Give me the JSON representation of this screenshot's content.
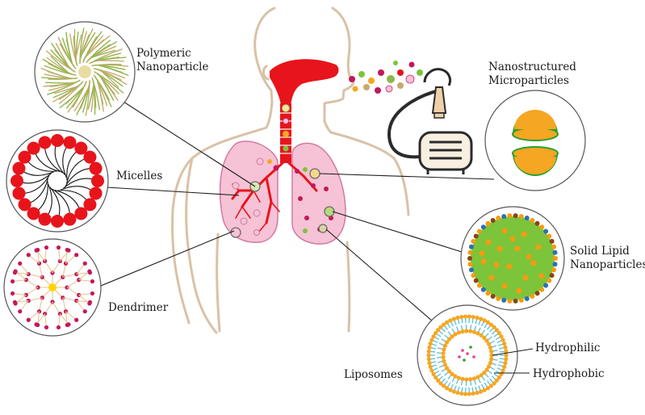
{
  "labels": {
    "polymeric": [
      "Polymeric",
      "Nanoparticle"
    ],
    "micelles": "Micelles",
    "dendrimer": "Dendrimer",
    "nanostructured": [
      "Nanostructured",
      "Microparticles"
    ],
    "solid_lipid": [
      "Solid Lipid",
      "Nanoparticles"
    ],
    "liposomes": "Liposomes",
    "hydrophilic": "Hydrophilic",
    "hydrophobic": "Hydrophobic"
  },
  "colors": {
    "body_outline": "#d9c2a6",
    "airway": "#e8141b",
    "lung_fill": "#f6c2d6",
    "lung_outline": "#d17aa0",
    "nebulizer": "#2b2b2b",
    "nebulizer_cup": "#f0d0a8",
    "micelle_head": "#e8141b",
    "dendrimer_node": "#c2185b",
    "dendrimer_core": "#ffd400",
    "solid_lipid_core": "#7cc43a",
    "solid_lipid_dot": "#f39c12",
    "micro_shell": "#2ca02c",
    "micro_core": "#f5a623",
    "liposome_head": "#f5a623",
    "liposome_tail": "#5bc0de",
    "polymer_a": "#c8a96e",
    "polymer_b": "#8bb84a"
  }
}
